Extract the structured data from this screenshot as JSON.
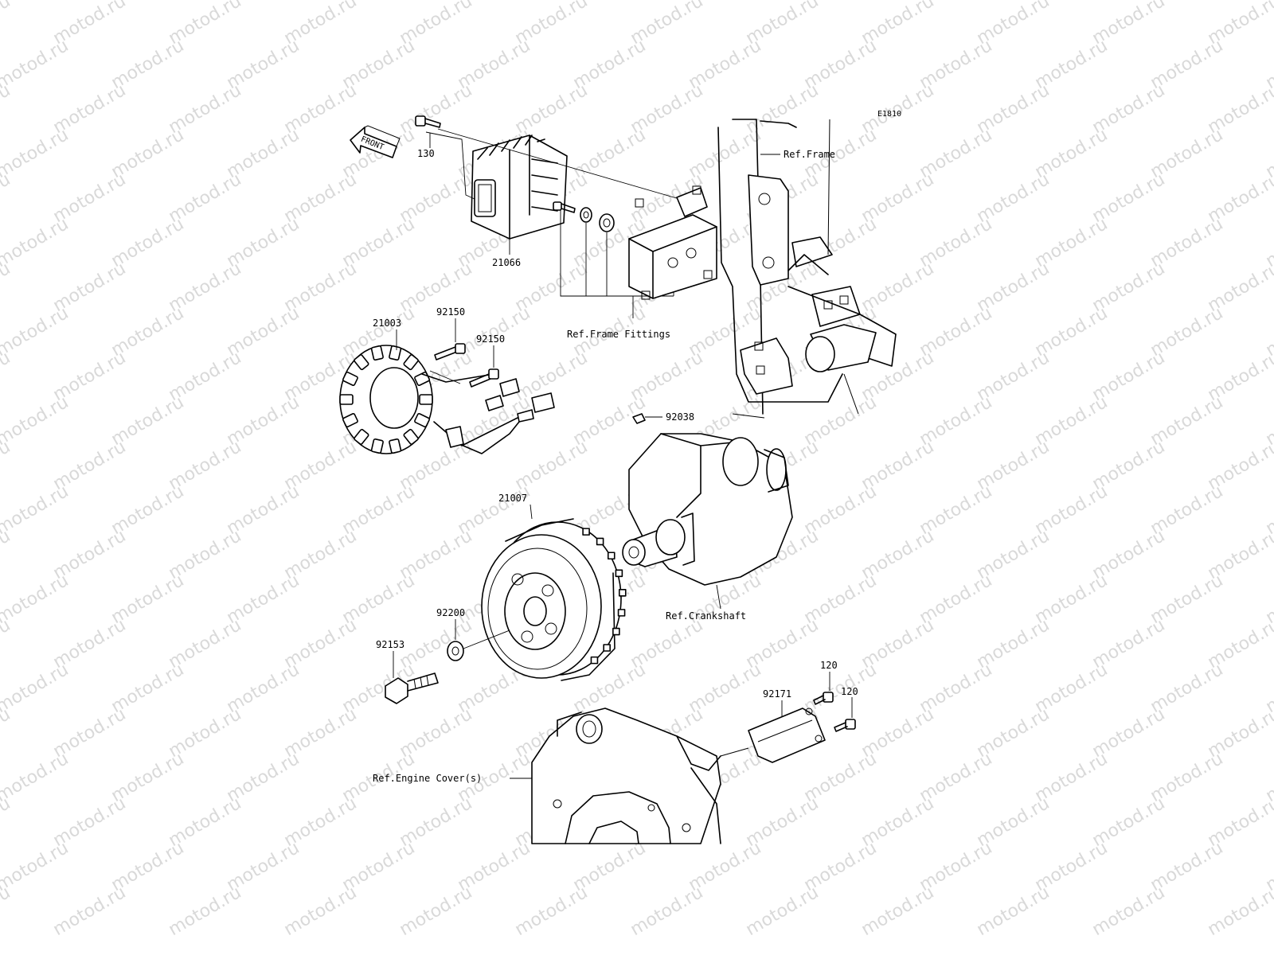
{
  "watermark": {
    "text": "motod.ru",
    "color": "#d9d9d9"
  },
  "diagram_code": "E1810",
  "front_arrow": {
    "text": "FRONT"
  },
  "callouts": {
    "p130": "130",
    "p21066": "21066",
    "p21003": "21003",
    "p92150a": "92150",
    "p92150b": "92150",
    "p92038": "92038",
    "p21007": "21007",
    "p92200": "92200",
    "p92153": "92153",
    "p120a": "120",
    "p120b": "120",
    "p92171": "92171"
  },
  "references": {
    "frame": "Ref.Frame",
    "frame_fittings": "Ref.Frame Fittings",
    "crankshaft": "Ref.Crankshaft",
    "engine_cover": "Ref.Engine Cover(s)"
  }
}
